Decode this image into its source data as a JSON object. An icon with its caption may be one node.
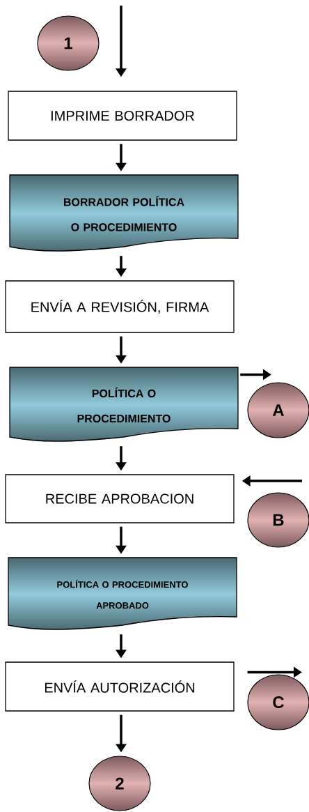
{
  "diagram": {
    "nodes": [
      {
        "text": [
          "1"
        ]
      },
      {
        "text": [
          "IMPRIME BORRADOR"
        ]
      },
      {
        "text": [
          "BORRADOR POLÍTICA O PROCEDIMIENTO"
        ]
      },
      {
        "text": [
          "ENVÍA A REVISIÓN, FIRMA"
        ]
      },
      {
        "text": [
          "POLÍTICA O PROCEDIMIENTO"
        ]
      },
      {
        "text": [
          "A"
        ]
      },
      {
        "text": [
          "RECIBE APROBACION"
        ]
      },
      {
        "text": [
          "B"
        ]
      },
      {
        "text": [
          "POLÍTICA O PROCEDIMIENTO APROBADO"
        ]
      },
      {
        "text": [
          "ENVÍA AUTORIZACIÓN"
        ]
      },
      {
        "text": [
          "C"
        ]
      },
      {
        "text": [
          "2"
        ]
      }
    ],
    "edges": [
      {
        "from": null,
        "to": 1,
        "arrow": "to"
      },
      {
        "from": 1,
        "to": 2,
        "arrow": "to"
      },
      {
        "from": 2,
        "to": 3,
        "arrow": "to"
      },
      {
        "from": 3,
        "to": 4,
        "arrow": "to"
      },
      {
        "from": 4,
        "to": 6,
        "arrow": "to"
      },
      {
        "from": 6,
        "to": 8,
        "arrow": "to"
      },
      {
        "from": 8,
        "to": 9,
        "arrow": "to"
      },
      {
        "from": 9,
        "to": 11,
        "arrow": "to"
      },
      {
        "from": 4,
        "to": 5,
        "arrow": "to"
      },
      {
        "from": null,
        "to": 6,
        "arrow": "to"
      },
      {
        "from": 9,
        "to": 10,
        "arrow": "to"
      }
    ]
  }
}
